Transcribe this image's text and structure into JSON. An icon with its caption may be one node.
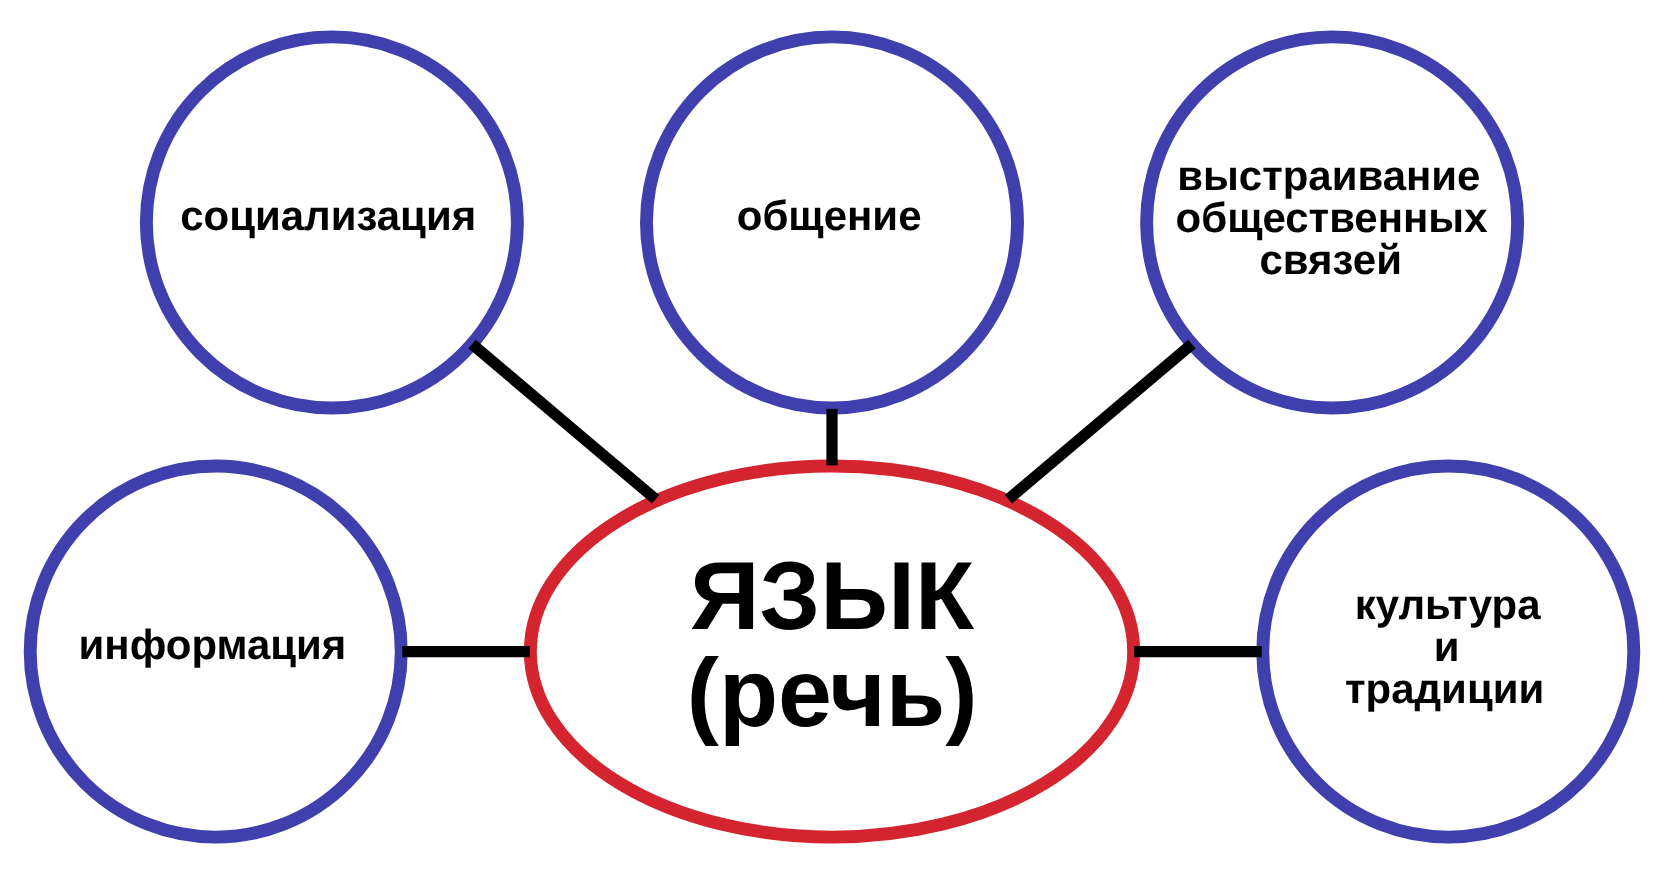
{
  "diagram": {
    "nodes": [
      {
        "text": [
          "общение"
        ]
      },
      {
        "text": [
          "социализация"
        ]
      },
      {
        "text": [
          "выстраивание общественных связей"
        ]
      },
      {
        "text": [
          "информация"
        ]
      },
      {
        "text": [
          "ЯЗЫК (речь)"
        ]
      },
      {
        "text": [
          "культура и традиции"
        ]
      }
    ],
    "edges": [
      {
        "from": 3,
        "to": 4,
        "arrow": "none"
      },
      {
        "from": 4,
        "to": 1,
        "arrow": "none"
      },
      {
        "from": 4,
        "to": 0,
        "arrow": "none"
      },
      {
        "from": 4,
        "to": 2,
        "arrow": "none"
      },
      {
        "from": 4,
        "to": 5,
        "arrow": "none"
      }
    ]
  }
}
